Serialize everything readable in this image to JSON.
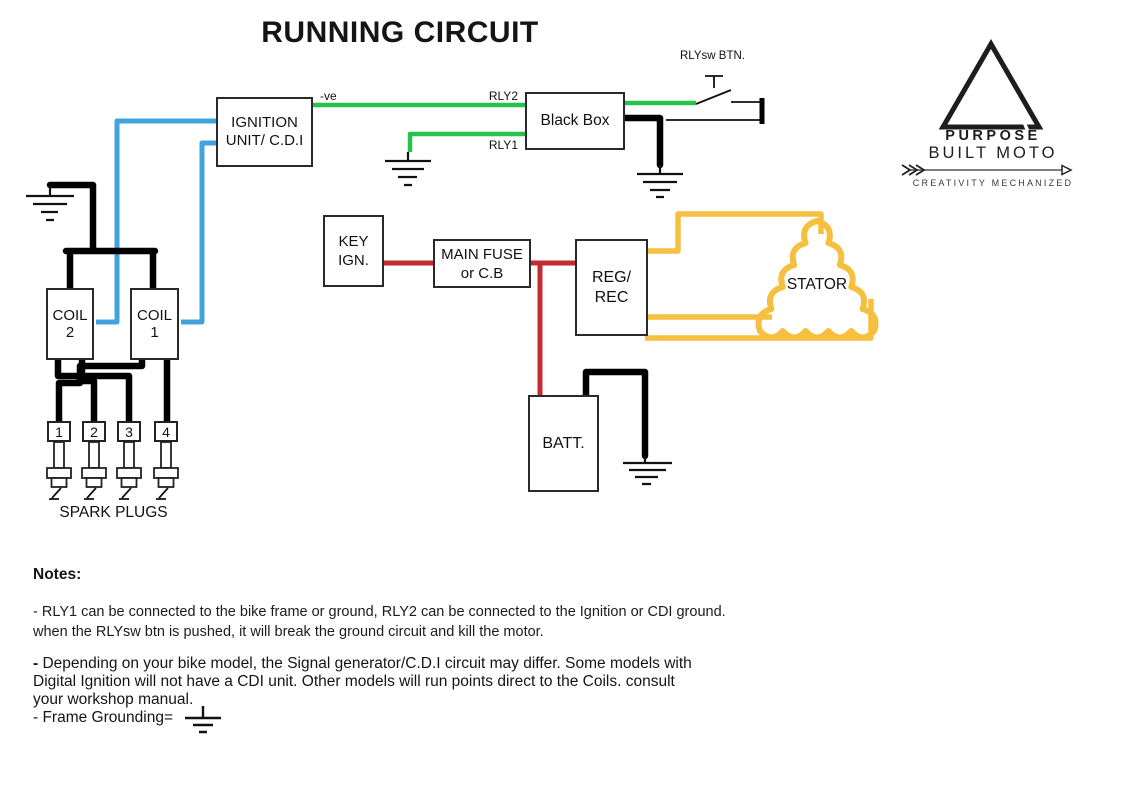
{
  "title": "RUNNING CIRCUIT",
  "logo": {
    "name_line1": "PURPOSE",
    "name_line2": "BUILT MOTO",
    "tagline": "CREATIVITY MECHANIZED"
  },
  "colors": {
    "wire_blue": "#42A3DC",
    "wire_green": "#27C24B",
    "wire_red": "#C42A32",
    "wire_yellow": "#F5BF40",
    "wire_black": "#000000",
    "box_border": "#2A2A2A"
  },
  "components": {
    "ignition": {
      "line1": "IGNITION",
      "line2": "UNIT/ C.D.I"
    },
    "black_box": {
      "label": "Black Box"
    },
    "key_ignition": {
      "line1": "KEY",
      "line2": "IGN."
    },
    "main_fuse": {
      "line1": "MAIN FUSE",
      "line2": "or C.B"
    },
    "reg_rec": {
      "line1": "REG/",
      "line2": "REC"
    },
    "battery": {
      "label": "BATT."
    },
    "coil_2": {
      "line1": "COIL",
      "line2": "2"
    },
    "coil_1": {
      "line1": "COIL",
      "line2": "1"
    },
    "stator": {
      "label": "STATOR"
    },
    "spark_plugs": {
      "numbers": [
        "1",
        "2",
        "3",
        "4"
      ],
      "label": "SPARK PLUGS"
    }
  },
  "wire_labels": {
    "negative": "-ve",
    "rly2": "RLY2",
    "rly1": "RLY1",
    "rlysw_btn": "RLYsw BTN."
  },
  "notes": {
    "heading": "Notes:",
    "para1_line1": "- RLY1 can be connected to the bike frame or ground, RLY2 can be connected to the Ignition or CDI ground.",
    "para1_line2": "when the RLYsw btn is pushed, it will break the ground circuit and kill the motor.",
    "para2_bullet": "-",
    "para2_line1": " Depending on your bike model, the Signal generator/C.D.I circuit may differ. Some models with",
    "para2_line2": "Digital Ignition will not have a CDI unit. Other models will run points direct to the Coils. consult",
    "para2_line3": "your workshop manual.",
    "frame_grounding_label": "- Frame Grounding="
  }
}
